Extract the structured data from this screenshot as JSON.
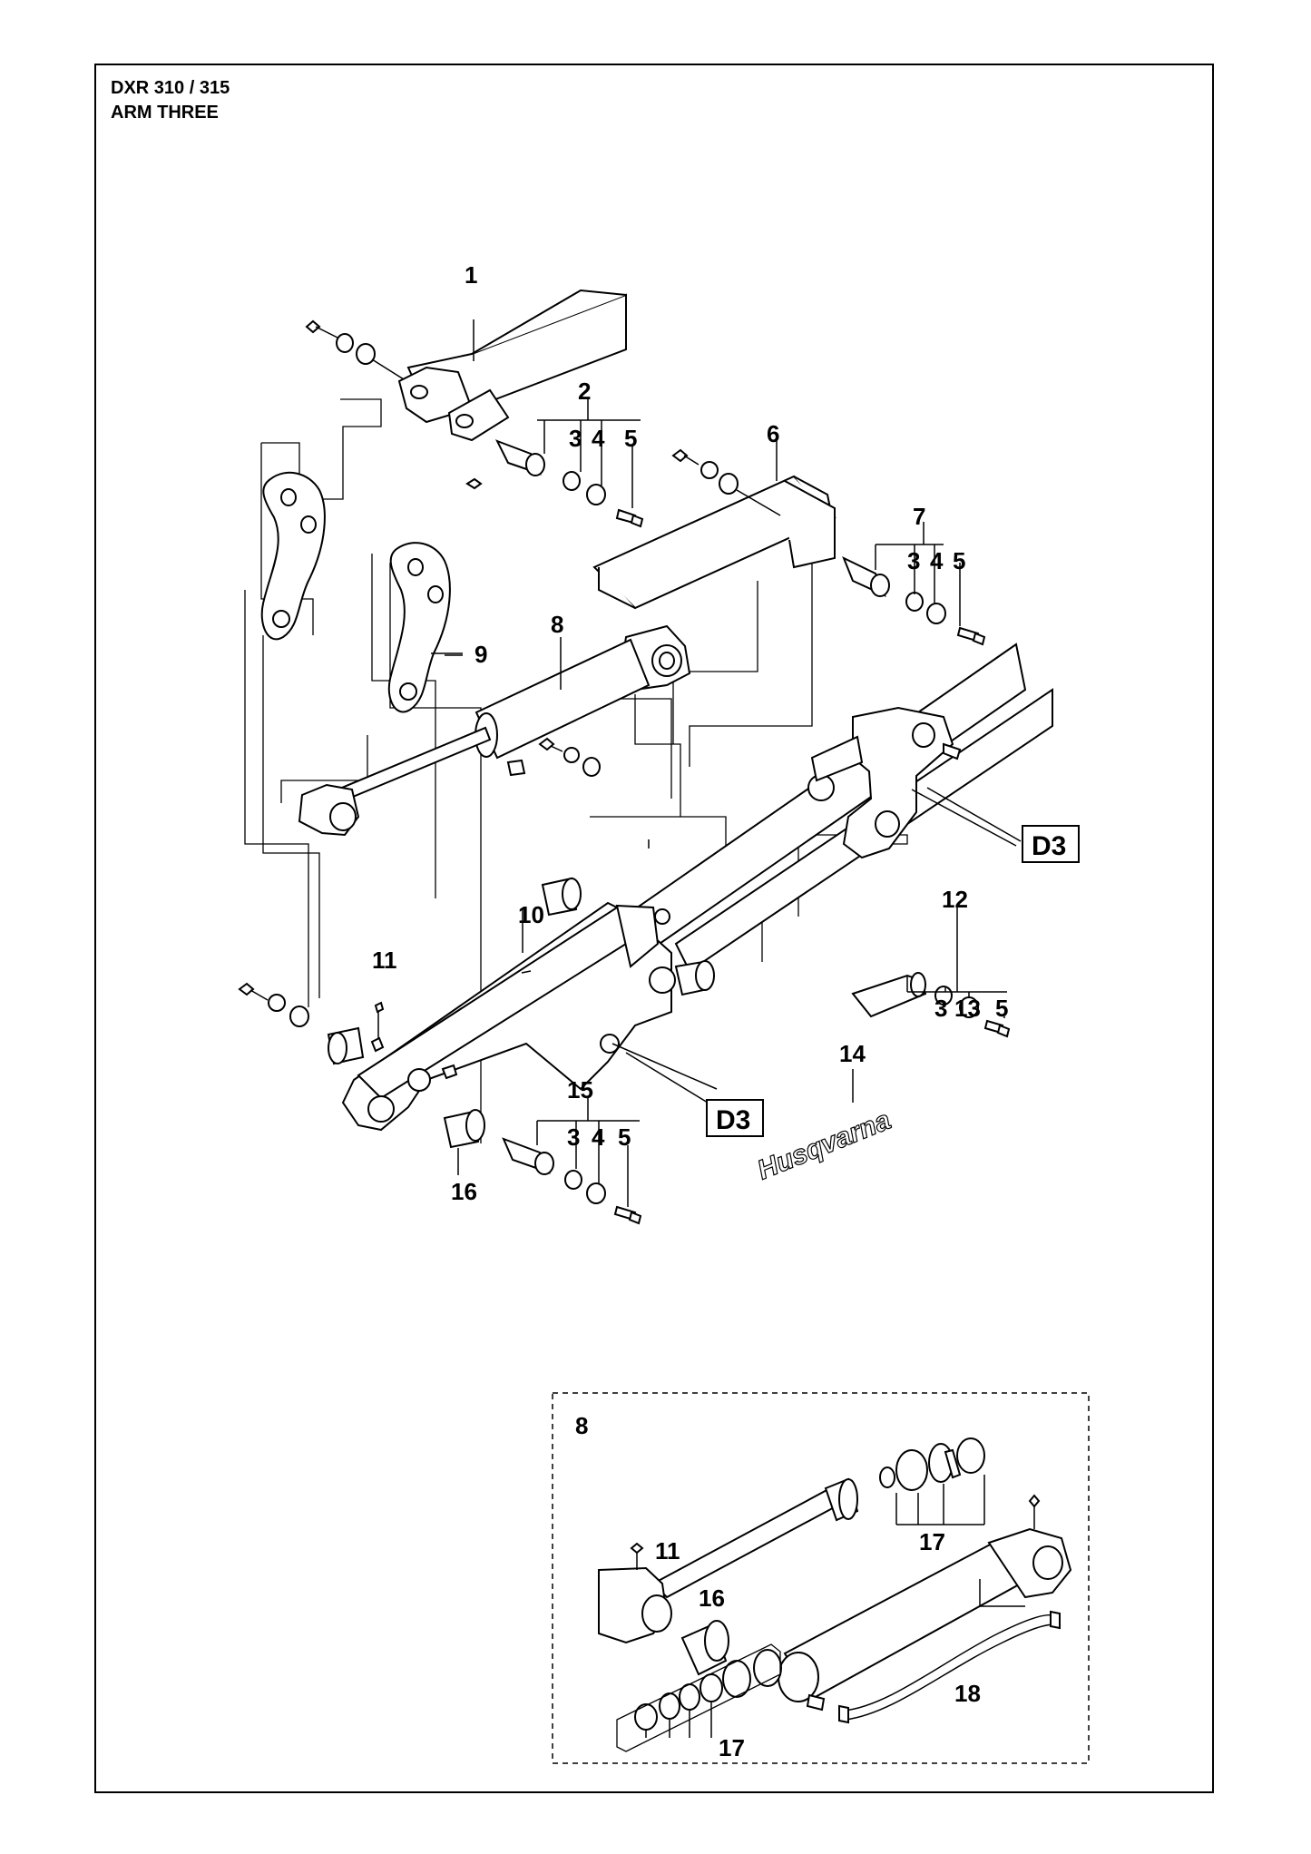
{
  "header": {
    "model": "DXR 310 / 315",
    "section": "ARM THREE"
  },
  "callouts": {
    "c1": "1",
    "c2": "2",
    "c3a": "3",
    "c4a": "4",
    "c5a": "5",
    "c6": "6",
    "c7": "7",
    "c3b": "3",
    "c4b": "4",
    "c5b": "5",
    "c8": "8",
    "c9": "9",
    "c10": "10",
    "c11": "11",
    "c12": "12",
    "c3c": "3",
    "c13": "13",
    "c5c": "5",
    "c14": "14",
    "c15": "15",
    "c3d": "3",
    "c4d": "4",
    "c5d": "5",
    "c16": "16",
    "ref_d3_a": "D3",
    "ref_d3_b": "D3"
  },
  "inset": {
    "c8": "8",
    "c17a": "17",
    "c11": "11",
    "c16": "16",
    "c18": "18",
    "c17b": "17"
  },
  "logo_text": "Husqvarna"
}
